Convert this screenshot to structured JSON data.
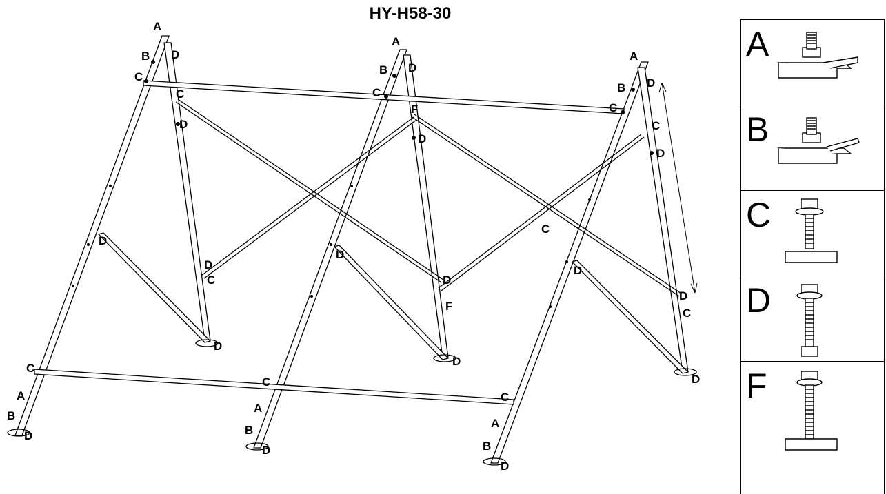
{
  "title": "HY-H58-30",
  "labels": {
    "a": "A",
    "b": "B",
    "c": "C",
    "d": "D",
    "f": "F"
  },
  "legend": [
    {
      "letter": "A",
      "icon": "clamp-bolt-with-plate-icon"
    },
    {
      "letter": "B",
      "icon": "clamp-bolt-icon"
    },
    {
      "letter": "C",
      "icon": "short-bolt-with-channel-nut-icon"
    },
    {
      "letter": "D",
      "icon": "long-hex-bolt-icon"
    },
    {
      "letter": "F",
      "icon": "long-bolt-with-channel-nut-icon"
    }
  ]
}
